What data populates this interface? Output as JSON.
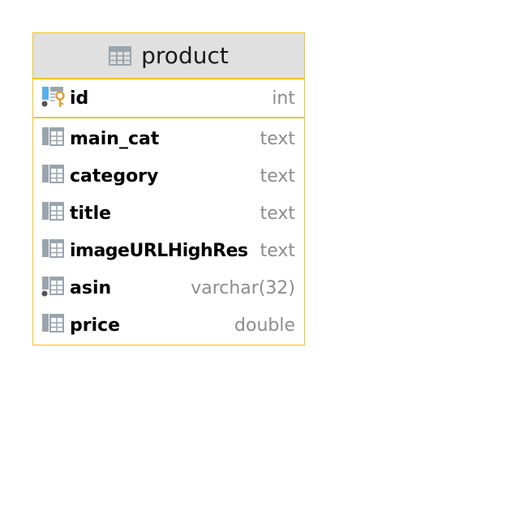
{
  "entity": {
    "name": "product",
    "primary_key": [
      {
        "name": "id",
        "type": "int",
        "icon": "primary-key-column-icon"
      }
    ],
    "columns": [
      {
        "name": "main_cat",
        "type": "text",
        "icon": "column-icon"
      },
      {
        "name": "category",
        "type": "text",
        "icon": "column-icon"
      },
      {
        "name": "title",
        "type": "text",
        "icon": "column-icon"
      },
      {
        "name": "imageURLHighRes",
        "type": "text",
        "icon": "column-icon"
      },
      {
        "name": "asin",
        "type": "varchar(32)",
        "icon": "not-null-column-icon"
      },
      {
        "name": "price",
        "type": "double",
        "icon": "column-icon"
      }
    ],
    "colors": {
      "border": "#f0c419",
      "header_bg": "#e0e0e0",
      "type_text": "#8c8c8c",
      "icon_gray": "#9aa4ad",
      "key_gold": "#d9a33a",
      "pk_blue": "#5aaee8"
    }
  }
}
